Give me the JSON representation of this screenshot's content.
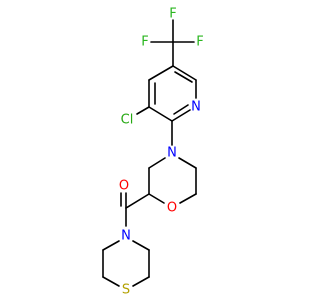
{
  "colors": {
    "bond": "#000000",
    "carbon": "#000000",
    "nitrogen": "#0000ff",
    "oxygen": "#ff0000",
    "sulfur": "#b3a100",
    "fluorine": "#2ab61f",
    "chlorine": "#25a812"
  },
  "atoms": {
    "f_top": {
      "text": "F",
      "element": "fluorine"
    },
    "f_left": {
      "text": "F",
      "element": "fluorine"
    },
    "f_right": {
      "text": "F",
      "element": "fluorine"
    },
    "cl": {
      "text": "Cl",
      "element": "chlorine"
    },
    "n_pyridine": {
      "text": "N",
      "element": "nitrogen"
    },
    "n_morpholine": {
      "text": "N",
      "element": "nitrogen"
    },
    "o_morpholine": {
      "text": "O",
      "element": "oxygen"
    },
    "o_carbonyl": {
      "text": "O",
      "element": "oxygen"
    },
    "n_thiomorpholine": {
      "text": "N",
      "element": "nitrogen"
    },
    "s_thiomorpholine": {
      "text": "S",
      "element": "sulfur"
    }
  }
}
